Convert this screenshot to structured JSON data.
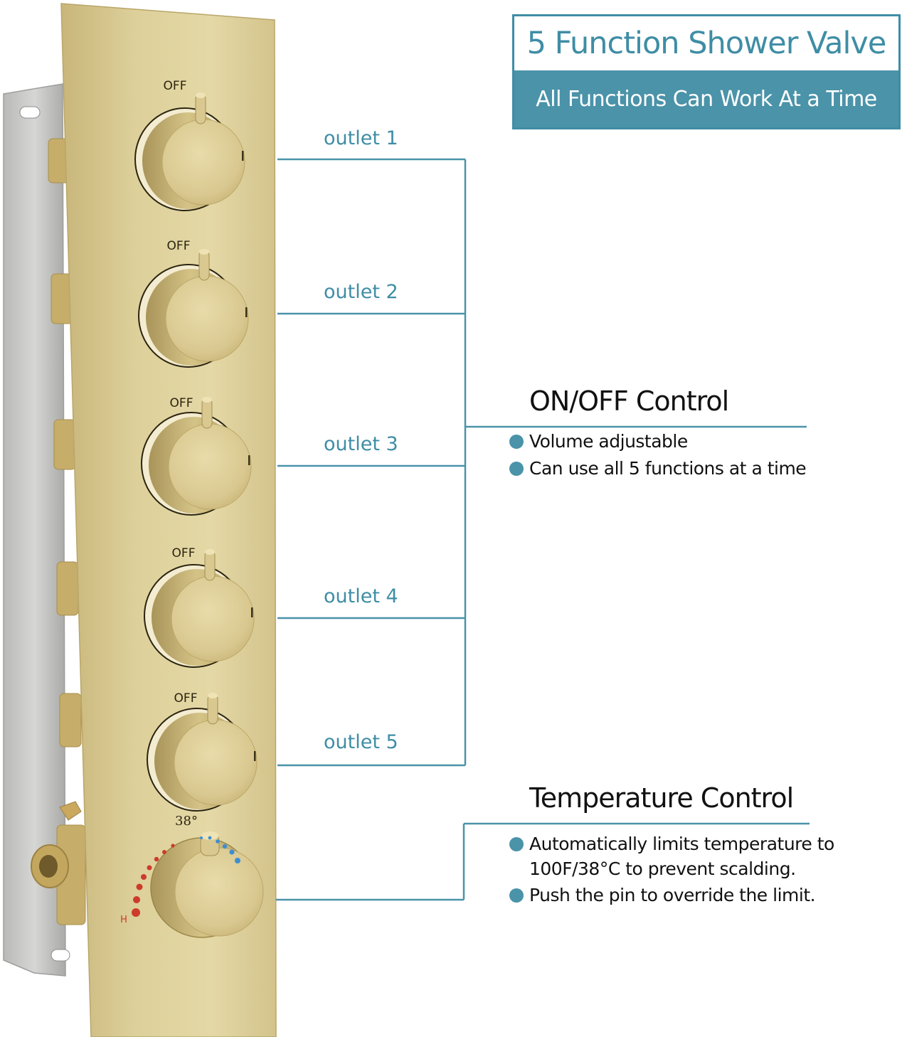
{
  "title": {
    "main": "5 Function Shower Valve",
    "sub": "All Functions Can Work At a Time"
  },
  "knob_labels": {
    "off": "OFF",
    "temperature_mark": "38°",
    "hot_mark": "H"
  },
  "outlets": [
    {
      "label": "outlet 1"
    },
    {
      "label": "outlet 2"
    },
    {
      "label": "outlet 3"
    },
    {
      "label": "outlet 4"
    },
    {
      "label": "outlet 5"
    }
  ],
  "onoff_control": {
    "heading": "ON/OFF Control",
    "bullets": [
      {
        "line1": "Volume adjustable"
      },
      {
        "line1": "Can use all 5 functions at a time"
      }
    ]
  },
  "temperature_control": {
    "heading": "Temperature Control",
    "bullets": [
      {
        "line1": "Automatically limits temperature to",
        "line2": "100F/38°C to prevent scalding."
      },
      {
        "line1": "Push the pin to override the limit."
      }
    ]
  },
  "colors": {
    "accent": "#4a93a9",
    "accent_dark": "#3f8da5",
    "brass": "#d9c98f",
    "steel": "#c9c9c6",
    "hot": "#cc3b2b",
    "cold": "#3e8ed0"
  }
}
